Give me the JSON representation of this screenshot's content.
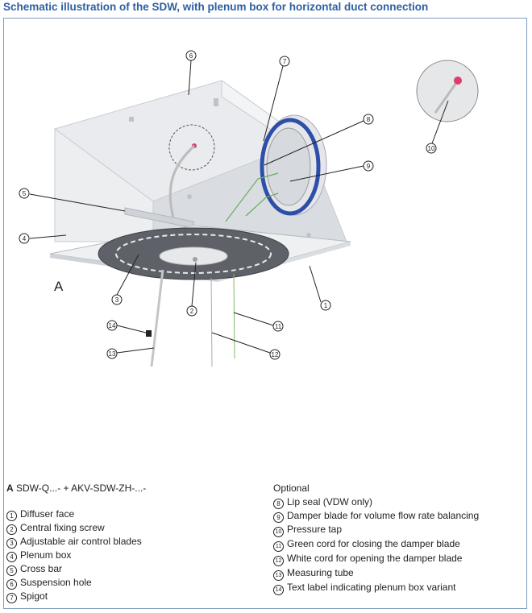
{
  "title": "Schematic illustration of the SDW, with plenum box for horizontal duct connection",
  "view_label": "A",
  "callouts": [
    "1",
    "2",
    "3",
    "4",
    "5",
    "6",
    "7",
    "8",
    "9",
    "10",
    "11",
    "12",
    "13",
    "14"
  ],
  "legend_left": {
    "heading_bold": "A",
    "heading_rest": " SDW-Q...- + AKV-SDW-ZH-...-",
    "items": [
      {
        "num": "1",
        "text": "Diffuser face"
      },
      {
        "num": "2",
        "text": "Central fixing screw"
      },
      {
        "num": "3",
        "text": "Adjustable air control blades"
      },
      {
        "num": "4",
        "text": "Plenum box"
      },
      {
        "num": "5",
        "text": "Cross bar"
      },
      {
        "num": "6",
        "text": "Suspension hole"
      },
      {
        "num": "7",
        "text": "Spigot"
      }
    ]
  },
  "legend_right": {
    "heading": "Optional",
    "items": [
      {
        "num": "8",
        "text": "Lip seal (VDW only)"
      },
      {
        "num": "9",
        "text": "Damper blade for volume flow rate balancing"
      },
      {
        "num": "10",
        "text": "Pressure tap"
      },
      {
        "num": "11",
        "text": "Green cord for closing the damper blade"
      },
      {
        "num": "12",
        "text": "White cord for opening the damper blade"
      },
      {
        "num": "13",
        "text": "Measuring tube"
      },
      {
        "num": "14",
        "text": "Text label indicating plenum box variant"
      }
    ]
  }
}
